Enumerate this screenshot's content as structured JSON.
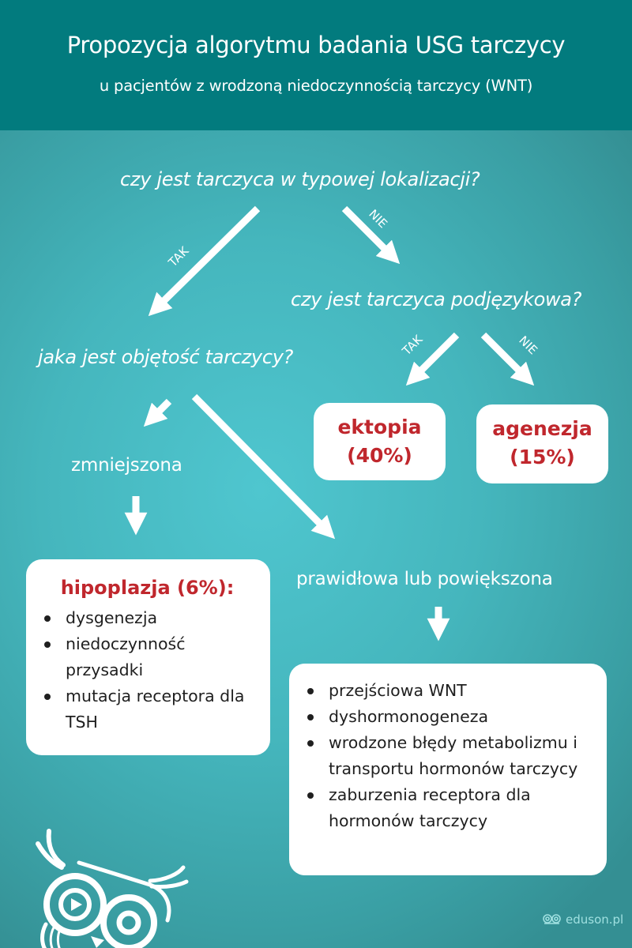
{
  "header": {
    "title": "Propozycja algorytmu badania USG tarczycy",
    "subtitle": "u pacjentów z wrodzoną niedoczynnością tarczycy (WNT)"
  },
  "nodes": {
    "q_location": "czy jest tarczyca w typowej lokalizacji?",
    "q_sublingual": "czy jest tarczyca podjęzykowa?",
    "q_volume": "jaka jest objętość tarczycy?",
    "reduced": "zmniejszona",
    "normal_or_enlarged": "prawidłowa lub powiększona"
  },
  "edge_labels": {
    "yes_1": "TAK",
    "no_1": "NIE",
    "yes_2": "TAK",
    "no_2": "NIE"
  },
  "outcomes": {
    "ectopia": {
      "name": "ektopia",
      "pct": "(40%)"
    },
    "agenesis": {
      "name": "agenezja",
      "pct": "(15%)"
    },
    "hypoplasia": {
      "title": "hipoplazja (6%):",
      "items": [
        "dysgenezja",
        "niedoczynność przysadki",
        "mutacja receptora dla TSH"
      ]
    },
    "normal_list": {
      "items": [
        "przejściowa WNT",
        "dyshormonogeneza",
        "wrodzone błędy metabolizmu i transportu hormonów tarczycy",
        "zaburzenia receptora dla hormonów tarczycy"
      ]
    }
  },
  "brand": {
    "name": "eduson.pl",
    "logo_icon": "owl-logo-icon"
  },
  "colors": {
    "header_bg": "#027b7e",
    "bg_center": "#4fc6cf",
    "bg_edge": "#348f93",
    "outcome_red": "#c0272d",
    "card_bg": "#ffffff"
  }
}
